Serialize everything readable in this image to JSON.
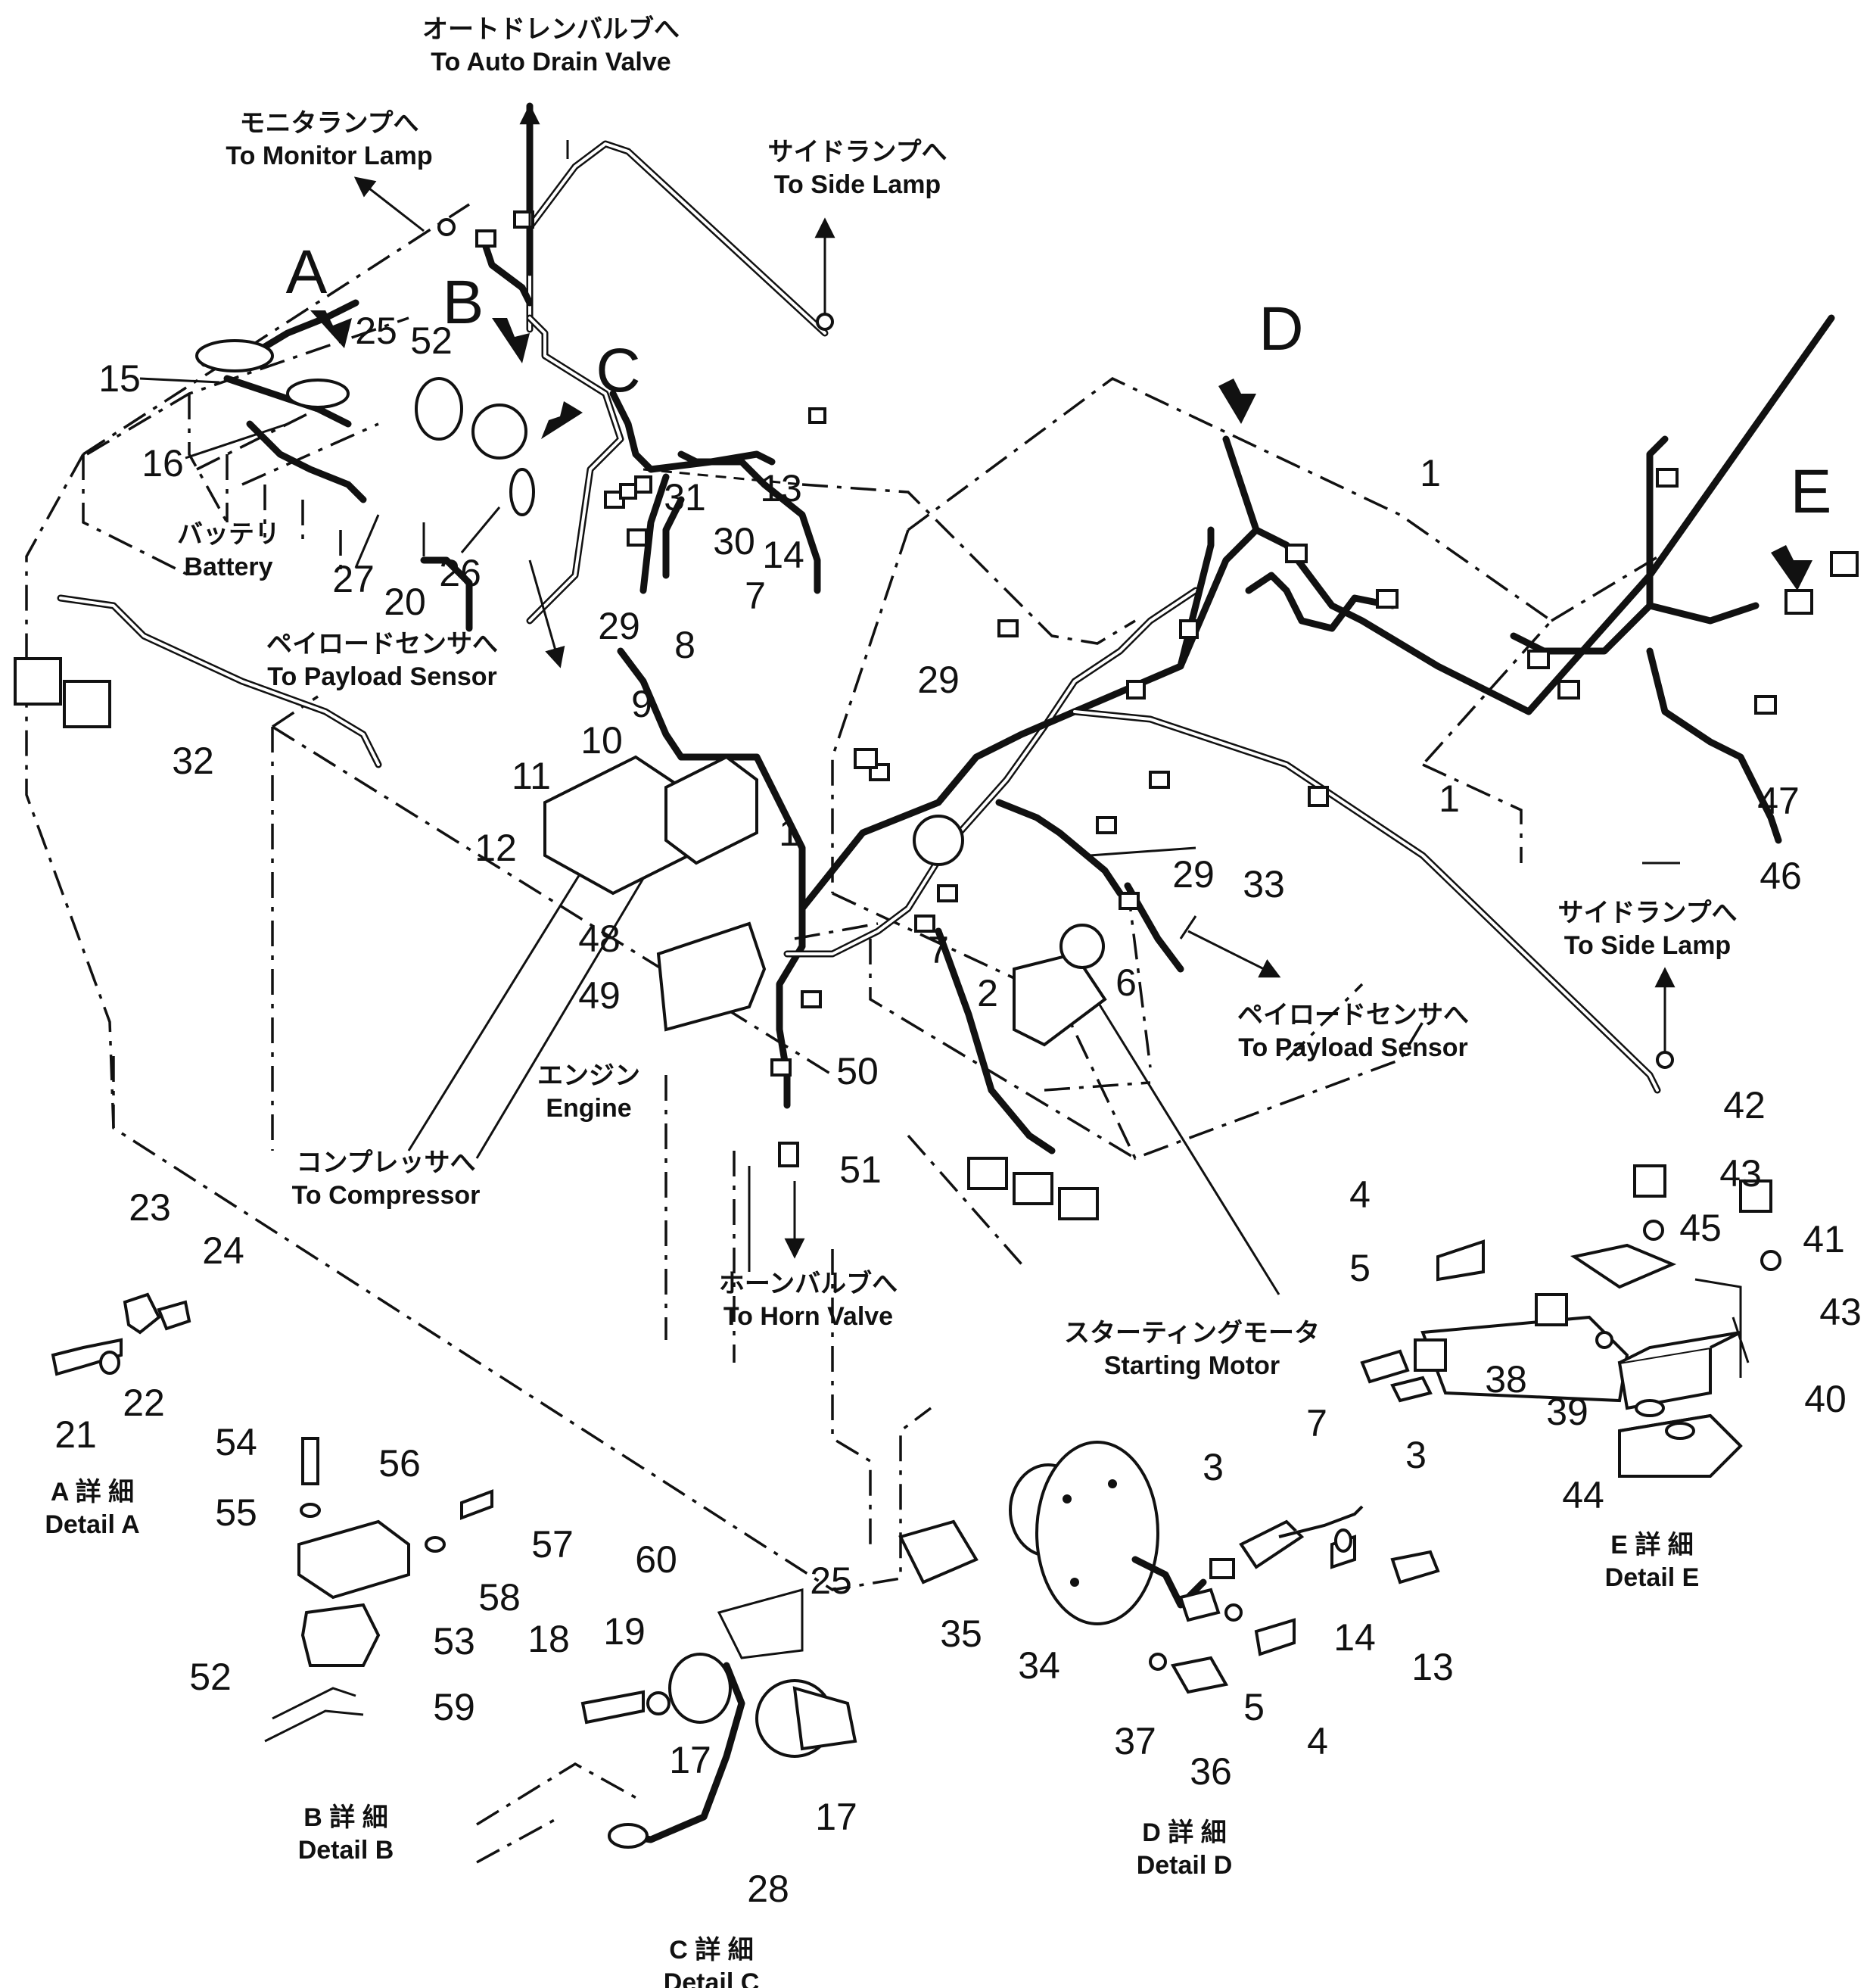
{
  "detail_markers": {
    "A": "A",
    "B": "B",
    "C": "C",
    "D": "D",
    "E": "E"
  },
  "callouts": {
    "auto_drain": {
      "ja": "オートドレンバルブへ",
      "en": "To Auto Drain Valve"
    },
    "monitor_lamp": {
      "ja": "モニタランプへ",
      "en": "To Monitor Lamp"
    },
    "side_lamp_top": {
      "ja": "サイドランプへ",
      "en": "To Side Lamp"
    },
    "side_lamp_right": {
      "ja": "サイドランプへ",
      "en": "To Side Lamp"
    },
    "battery": {
      "ja": "バッテリ",
      "en": "Battery"
    },
    "payload_left": {
      "ja": "ペイロードセンサへ",
      "en": "To Payload Sensor"
    },
    "payload_right": {
      "ja": "ペイロードセンサへ",
      "en": "To Payload Sensor"
    },
    "engine": {
      "ja": "エンジン",
      "en": "Engine"
    },
    "compressor": {
      "ja": "コンプレッサへ",
      "en": "To Compressor"
    },
    "horn_valve": {
      "ja": "ホーンバルブへ",
      "en": "To Horn Valve"
    },
    "starting_motor": {
      "ja": "スターティングモータ",
      "en": "Starting Motor"
    }
  },
  "details": {
    "A": {
      "ja": "A 詳 細",
      "en": "Detail A"
    },
    "B": {
      "ja": "B 詳 細",
      "en": "Detail B"
    },
    "C": {
      "ja": "C 詳 細",
      "en": "Detail C"
    },
    "D": {
      "ja": "D 詳 細",
      "en": "Detail D"
    },
    "E": {
      "ja": "E 詳 細",
      "en": "Detail E"
    }
  },
  "part_numbers": {
    "n1a": "1",
    "n1b": "1",
    "n1c": "1",
    "n2": "2",
    "n3a": "3",
    "n3b": "3",
    "n4a": "4",
    "n4b": "4",
    "n5a": "5",
    "n5b": "5",
    "n6": "6",
    "n7a": "7",
    "n7b": "7",
    "n7c": "7",
    "n8": "8",
    "n9": "9",
    "n10": "10",
    "n11": "11",
    "n12": "12",
    "n13a": "13",
    "n13b": "13",
    "n14a": "14",
    "n14b": "14",
    "n15": "15",
    "n16": "16",
    "n17a": "17",
    "n17b": "17",
    "n18": "18",
    "n19": "19",
    "n20": "20",
    "n21": "21",
    "n22": "22",
    "n23": "23",
    "n24": "24",
    "n25a": "25",
    "n25b": "25",
    "n26": "26",
    "n27": "27",
    "n28": "28",
    "n29a": "29",
    "n29b": "29",
    "n29c": "29",
    "n30": "30",
    "n31": "31",
    "n32": "32",
    "n33": "33",
    "n34": "34",
    "n35": "35",
    "n36": "36",
    "n37": "37",
    "n38": "38",
    "n39": "39",
    "n40": "40",
    "n41": "41",
    "n42": "42",
    "n43a": "43",
    "n43b": "43",
    "n44": "44",
    "n45": "45",
    "n46": "46",
    "n47": "47",
    "n48": "48",
    "n49": "49",
    "n50": "50",
    "n51": "51",
    "n52a": "52",
    "n52b": "52",
    "n53": "53",
    "n54": "54",
    "n55": "55",
    "n56": "56",
    "n57": "57",
    "n58": "58",
    "n59": "59",
    "n60": "60"
  }
}
